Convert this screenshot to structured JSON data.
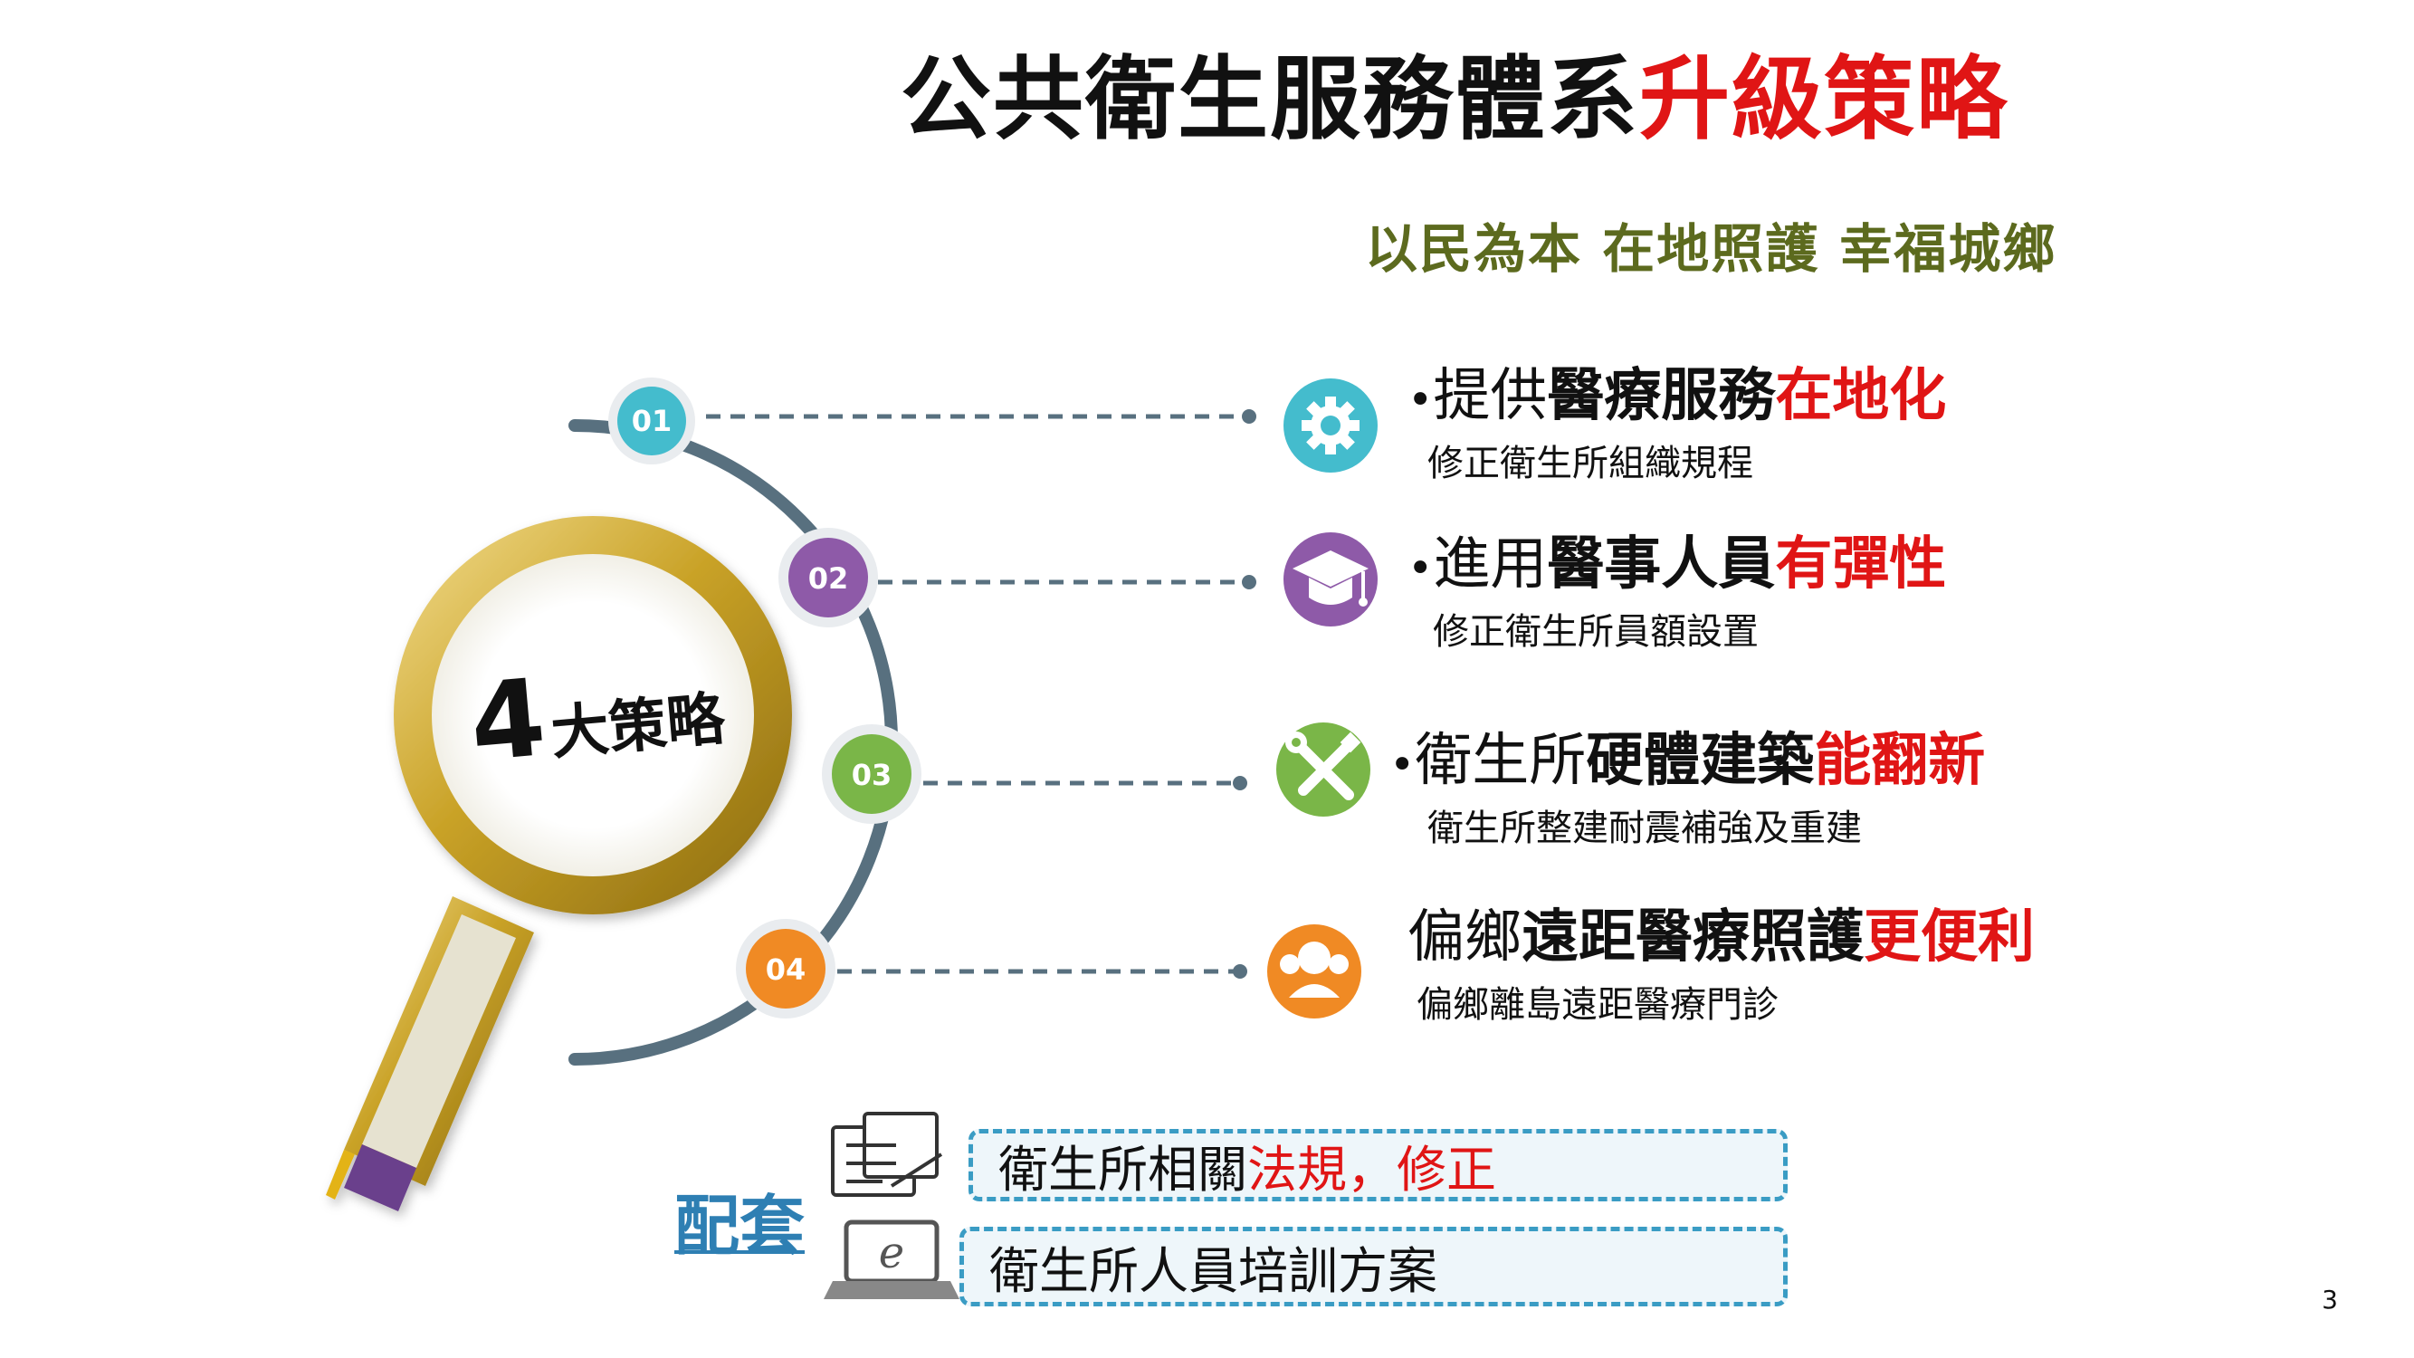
{
  "title": {
    "main": "公共衛生服務體系",
    "highlight": "升級策略"
  },
  "subtitle": "以民為本 在地照護 幸福城鄉",
  "center": {
    "number": "4",
    "label": "大策略"
  },
  "colors": {
    "teal": "#44bccd",
    "purple": "#8e5aa8",
    "green": "#7ab648",
    "orange": "#f08a24",
    "red": "#e01515",
    "olive": "#5c6a1e",
    "arc": "#58707f",
    "gold": "#c9a227"
  },
  "strategies": [
    {
      "num": "01",
      "icon": "gear-icon",
      "plain": "提供",
      "bold": "醫療服務",
      "highlight": "在地化",
      "sub": "修正衛生所組織規程"
    },
    {
      "num": "02",
      "icon": "graduation-cap-icon",
      "plain": "進用",
      "bold": "醫事人員",
      "highlight": "有彈性",
      "sub": "修正衛生所員額設置"
    },
    {
      "num": "03",
      "icon": "wrench-screwdriver-icon",
      "plain": "衛生所",
      "bold": "硬體建築",
      "highlight": "能翻新",
      "sub": "衛生所整建耐震補強及重建"
    },
    {
      "num": "04",
      "icon": "people-icon",
      "plain": "偏鄉",
      "bold": "遠距醫療照護",
      "highlight": "更便利",
      "sub": "偏鄉離島遠距醫療門診"
    }
  ],
  "support": {
    "label": "配套",
    "items": [
      {
        "icon": "checklist-icon",
        "plain": "衛生所相關",
        "highlight": "法規，修正"
      },
      {
        "icon": "e-learning-laptop-icon",
        "plain": "衛生所人員培訓方案",
        "highlight": ""
      }
    ]
  },
  "page_number": "3"
}
